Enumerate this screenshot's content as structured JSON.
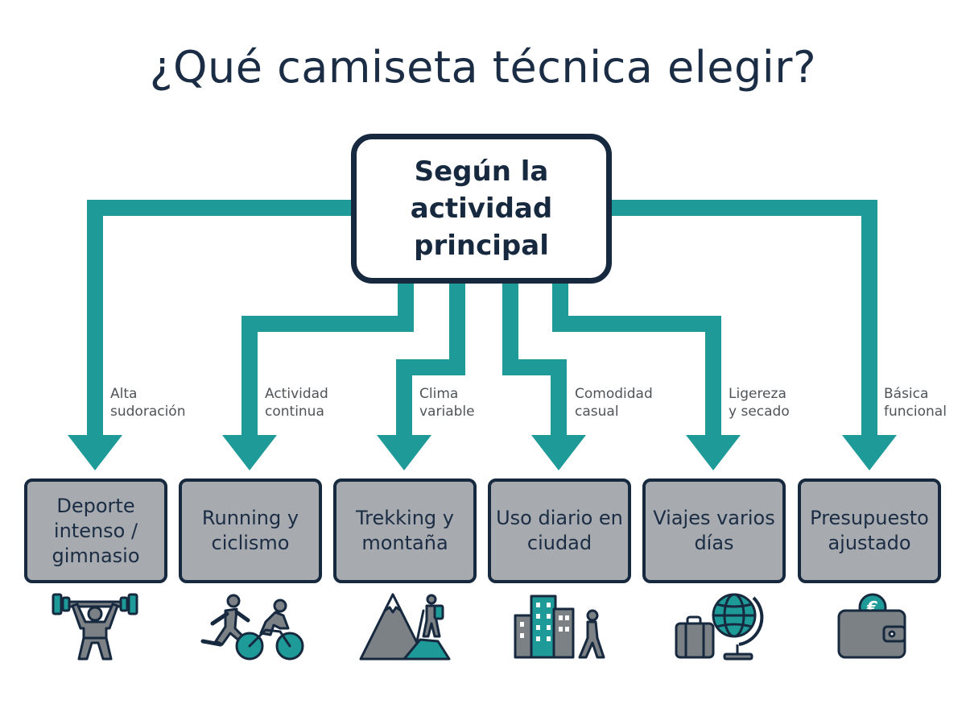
{
  "title": "¿Qué camiseta técnica elegir?",
  "root": {
    "label": "Según la actividad principal"
  },
  "branches": [
    {
      "id": "deporte",
      "edge_label": "Alta\nsudoración",
      "category": "Deporte intenso / gimnasio",
      "icon": "weightlifter-icon"
    },
    {
      "id": "running",
      "edge_label": "Actividad\ncontinua",
      "category": "Running y ciclismo",
      "icon": "runner-cyclist-icon"
    },
    {
      "id": "trekking",
      "edge_label": "Clima\nvariable",
      "category": "Trekking y montaña",
      "icon": "hiker-mountain-icon"
    },
    {
      "id": "ciudad",
      "edge_label": "Comodidad\ncasual",
      "category": "Uso diario en ciudad",
      "icon": "city-walker-icon"
    },
    {
      "id": "viajes",
      "edge_label": "Ligereza\ny secado",
      "category": "Viajes varios días",
      "icon": "suitcase-globe-icon"
    },
    {
      "id": "presupuesto",
      "edge_label": "Básica\nfuncional",
      "category": "Presupuesto ajustado",
      "icon": "wallet-euro-icon"
    }
  ],
  "colors": {
    "arrow": "#1e9a98",
    "border": "#17293f",
    "box_fill": "#a7aaae",
    "title": "#1b2d45",
    "icon_fill": "#7c8186"
  }
}
